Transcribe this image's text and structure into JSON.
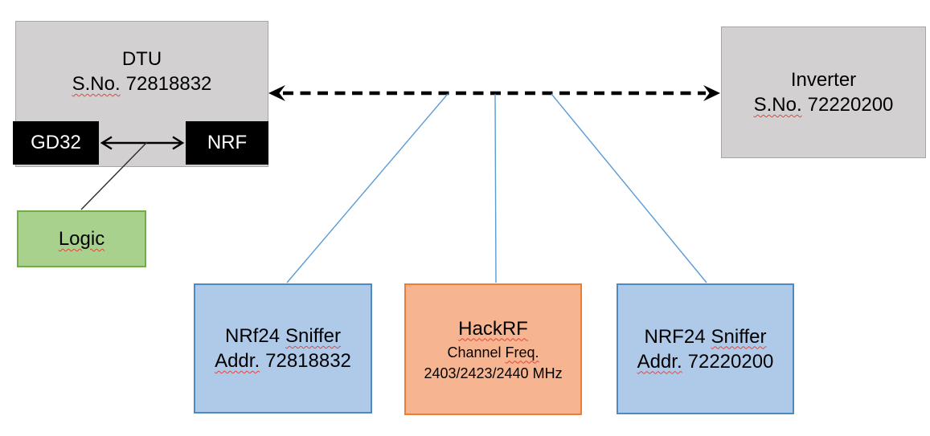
{
  "diagram": {
    "dtu": {
      "title": "DTU",
      "serial_label": "S.No.",
      "serial_value": "72818832",
      "gd32_label": "GD32",
      "nrf_label": "NRF"
    },
    "inverter": {
      "title": "Inverter",
      "serial_label": "S.No.",
      "serial_value": "72220200"
    },
    "logic": {
      "label": "Logic"
    },
    "sniffer_left": {
      "name": "NRf24",
      "name_suffix": "Sniffer",
      "addr_label": "Addr.",
      "addr_value": "72818832"
    },
    "hackrf": {
      "title": "HackRF",
      "channel_label": "Channel",
      "freq_label": "Freq.",
      "frequencies": "2403/2423/2440 MHz"
    },
    "sniffer_right": {
      "name": "NRF24",
      "name_suffix": "Sniffer",
      "addr_label": "Addr.",
      "addr_value": "72220200"
    }
  },
  "colors": {
    "box_gray": "#D2D0D0",
    "box_gray_border": "#A6A6A6",
    "chip_black": "#000000",
    "chip_text": "#FFFFFF",
    "green_fill": "#A9D18E",
    "green_border": "#70AD47",
    "blue_fill": "#AFCAE9",
    "blue_border": "#4D8AC0",
    "orange_fill": "#F6B491",
    "orange_border": "#ED7D31",
    "connector_blue": "#5B9BD5",
    "arrow_black": "#000000",
    "squiggle_red": "#E0473C"
  }
}
